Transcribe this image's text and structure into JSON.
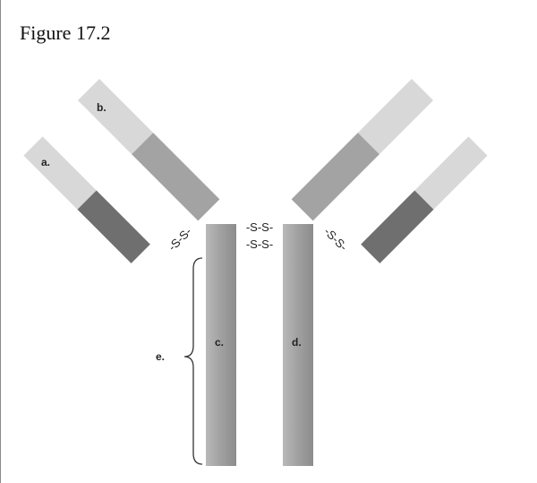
{
  "figure": {
    "title": "Figure 17.2",
    "labels": {
      "a": "a.",
      "b": "b.",
      "c": "c.",
      "d": "d.",
      "e": "e."
    },
    "bonds": {
      "left_light_chain": "-S-S-",
      "hinge_top": "-S-S-",
      "hinge_bottom": "-S-S-",
      "right_light_chain": "-S-S-"
    }
  },
  "colors": {
    "light_segment": "#d6d6d6",
    "medium_segment": "#a3a3a3",
    "dark_segment": "#6f6f6f",
    "stem": "#9f9f9f",
    "brace": "#333333"
  }
}
